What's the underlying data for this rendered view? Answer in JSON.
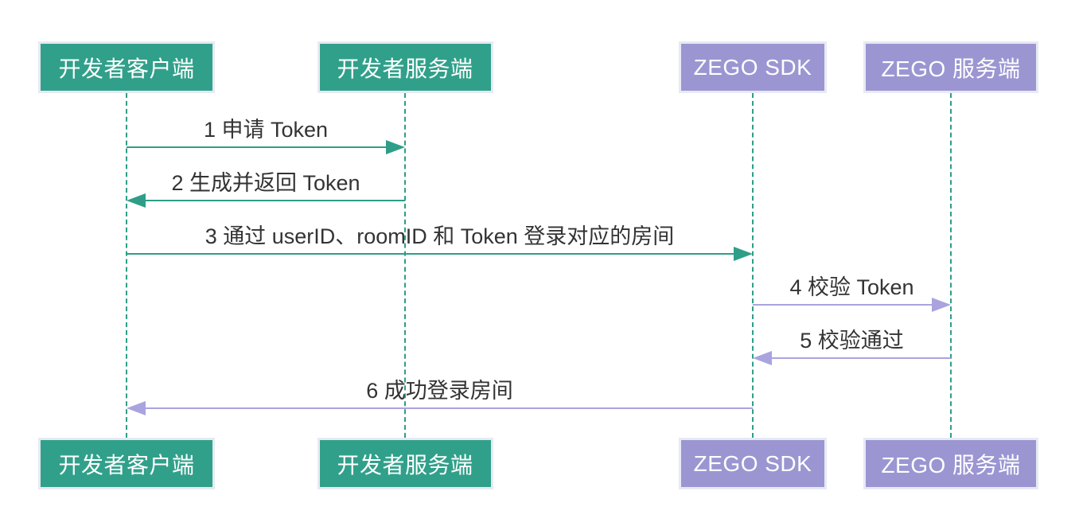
{
  "colors": {
    "background": "#ffffff",
    "green_box": "#31a08a",
    "green_arrow": "#2e9e88",
    "purple_box": "#9b96d2",
    "purple_arrow": "#a9a4de",
    "box_border": "#e7eaf3",
    "lifeline": "#2e9e88",
    "label_text": "#333333"
  },
  "diagram": {
    "type": "sequence-diagram",
    "actors": [
      {
        "id": "dev-client",
        "label": "开发者客户端",
        "theme": "green"
      },
      {
        "id": "dev-server",
        "label": "开发者服务端",
        "theme": "green"
      },
      {
        "id": "zego-sdk",
        "label": "ZEGO SDK",
        "theme": "purple"
      },
      {
        "id": "zego-server",
        "label": "ZEGO 服务端",
        "theme": "purple"
      }
    ],
    "messages": [
      {
        "text": "1 申请 Token",
        "from": "dev-client",
        "to": "dev-server",
        "theme": "green"
      },
      {
        "text": "2 生成并返回 Token",
        "from": "dev-server",
        "to": "dev-client",
        "theme": "green"
      },
      {
        "text": "3 通过 userID、roomID 和 Token 登录对应的房间",
        "from": "dev-client",
        "to": "zego-sdk",
        "theme": "green"
      },
      {
        "text": "4 校验 Token",
        "from": "zego-sdk",
        "to": "zego-server",
        "theme": "purple"
      },
      {
        "text": "5 校验通过",
        "from": "zego-server",
        "to": "zego-sdk",
        "theme": "purple"
      },
      {
        "text": "6 成功登录房间",
        "from": "zego-sdk",
        "to": "dev-client",
        "theme": "purple"
      }
    ]
  }
}
